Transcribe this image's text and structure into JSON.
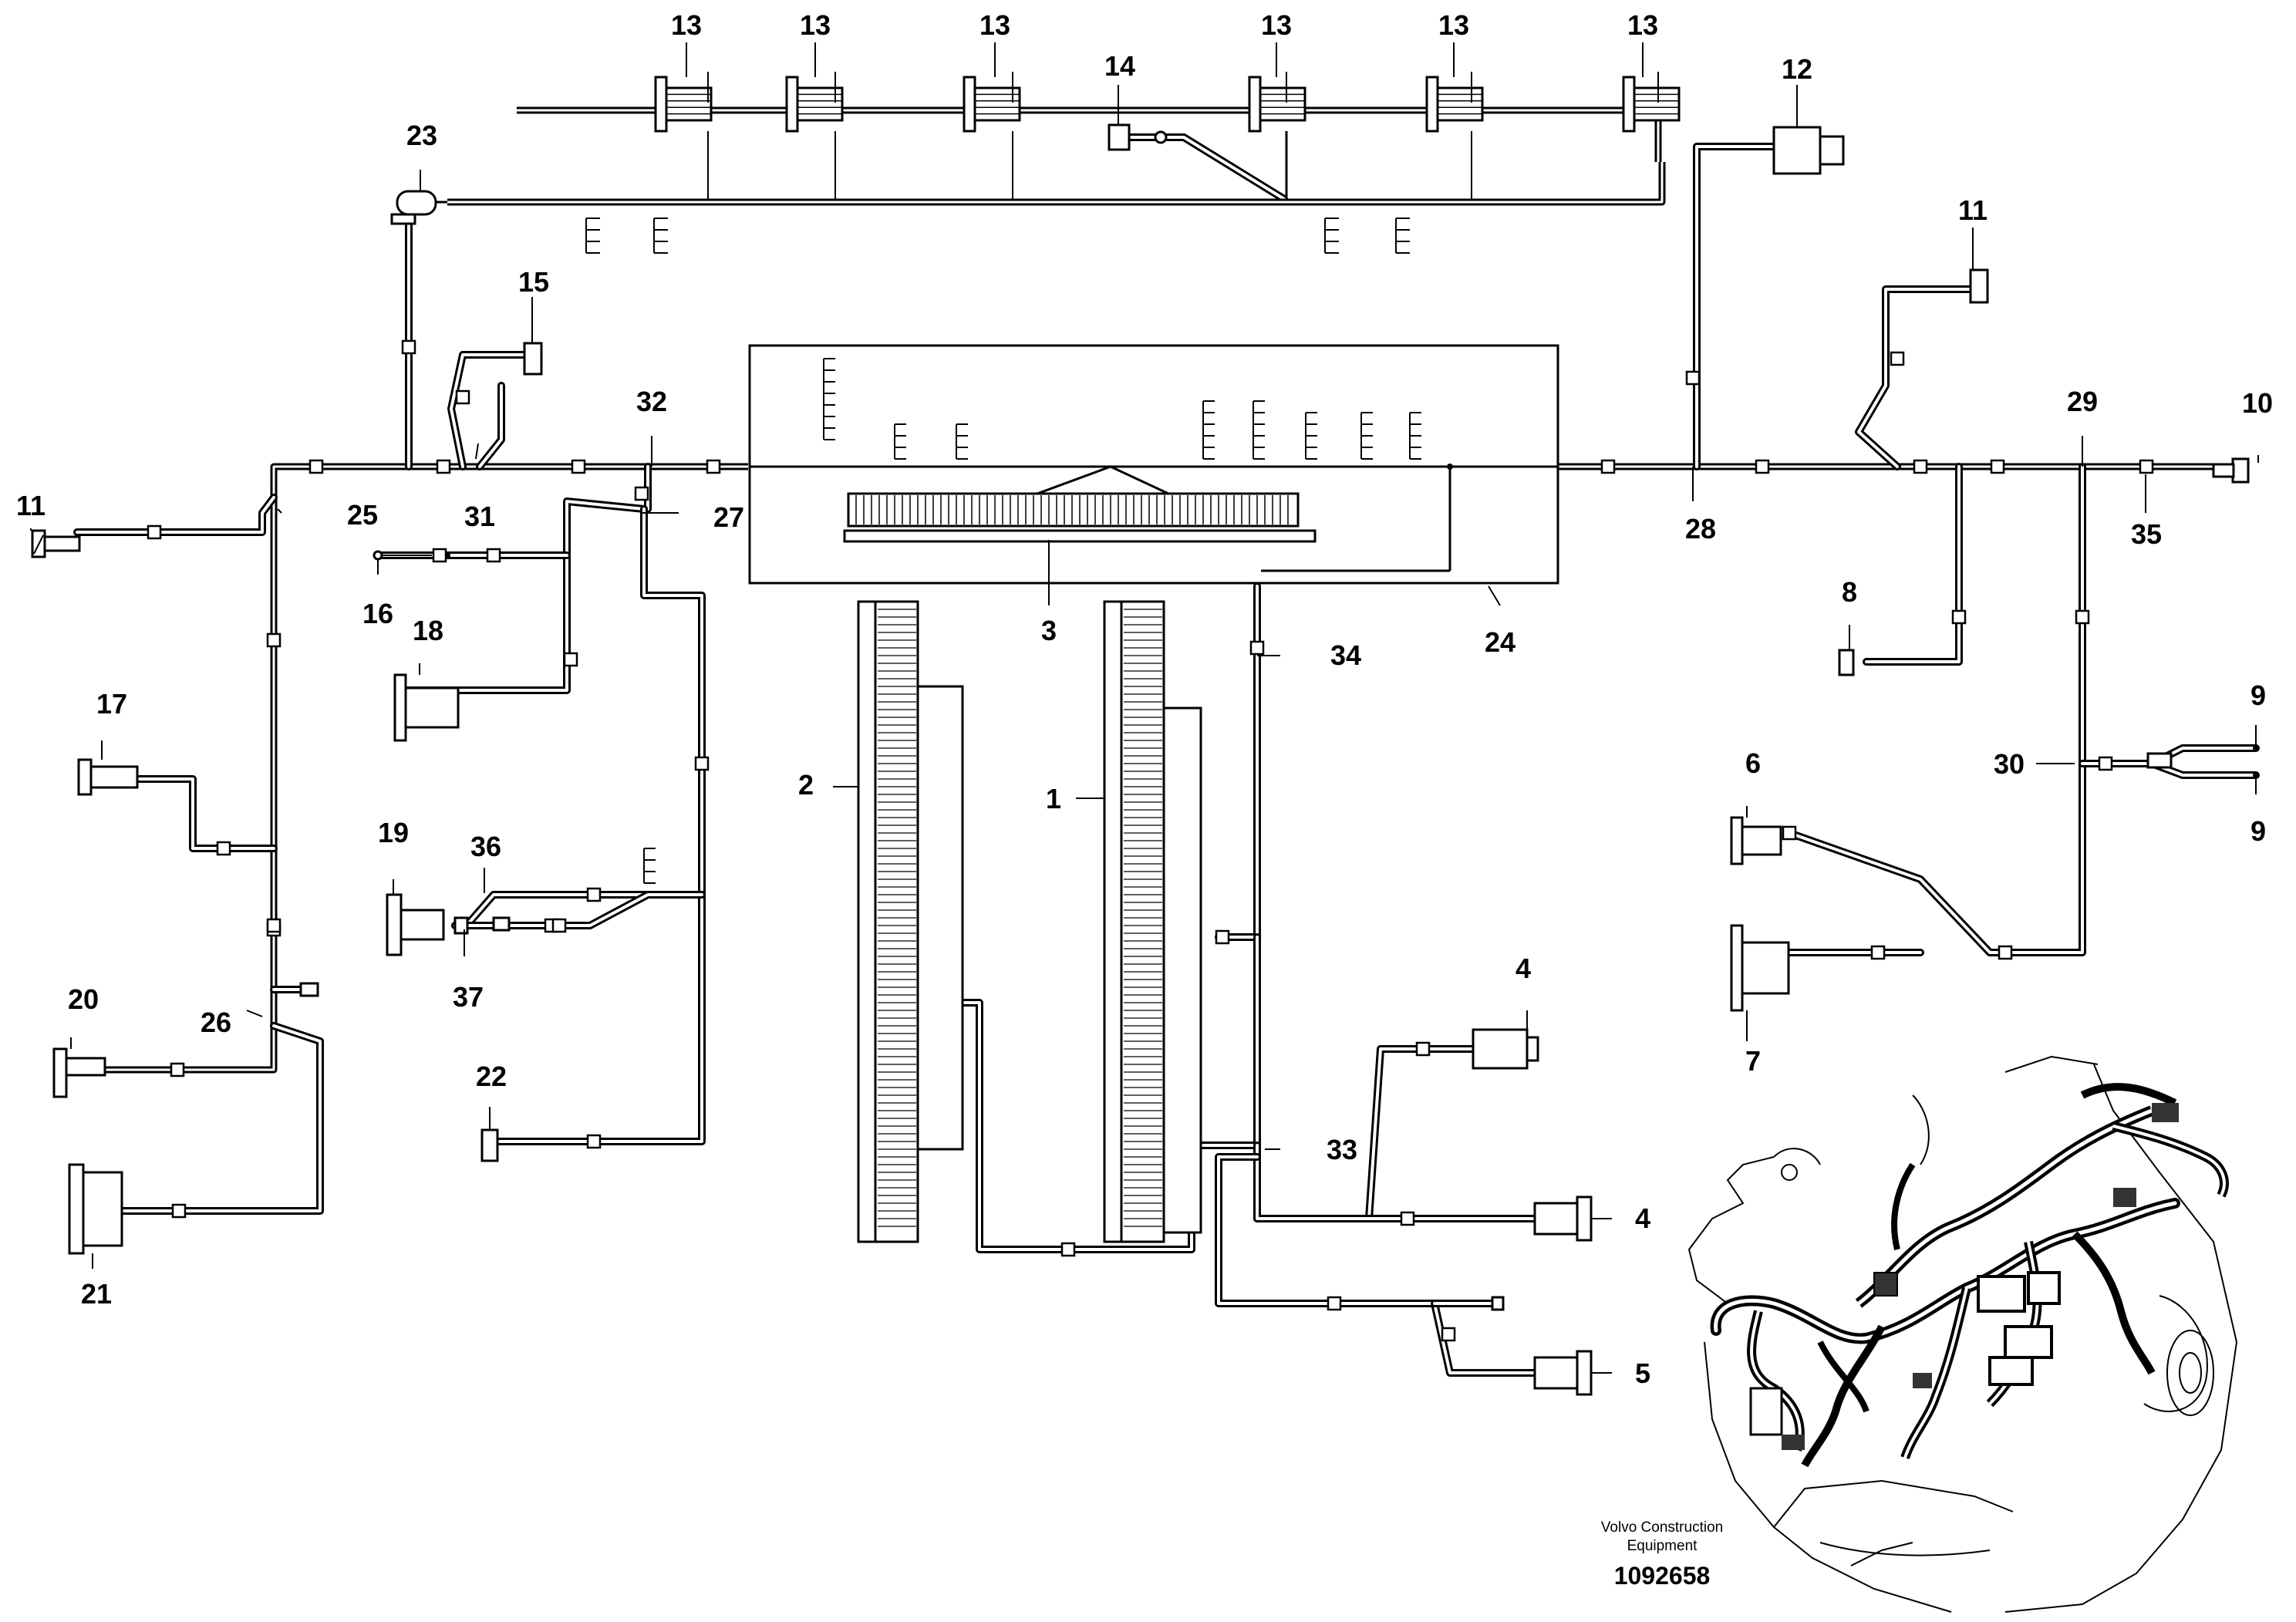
{
  "callouts": {
    "c1": "1",
    "c2": "2",
    "c3": "3",
    "c4a": "4",
    "c4b": "4",
    "c5": "5",
    "c6": "6",
    "c7": "7",
    "c8": "8",
    "c9a": "9",
    "c9b": "9",
    "c10": "10",
    "c11a": "11",
    "c11b": "11",
    "c12": "12",
    "c13a": "13",
    "c13b": "13",
    "c13c": "13",
    "c13d": "13",
    "c13e": "13",
    "c13f": "13",
    "c14": "14",
    "c15": "15",
    "c16": "16",
    "c17": "17",
    "c18": "18",
    "c19": "19",
    "c20": "20",
    "c21": "21",
    "c22": "22",
    "c23": "23",
    "c24": "24",
    "c25": "25",
    "c26": "26",
    "c27": "27",
    "c28": "28",
    "c29": "29",
    "c30": "30",
    "c31": "31",
    "c32": "32",
    "c33": "33",
    "c34": "34",
    "c35": "35",
    "c36": "36",
    "c37": "37"
  },
  "caption": {
    "brand_line1": "Volvo Construction",
    "brand_line2": "Equipment",
    "figure_number": "1092658"
  },
  "colors": {
    "ink": "#000000",
    "paper": "#ffffff"
  }
}
